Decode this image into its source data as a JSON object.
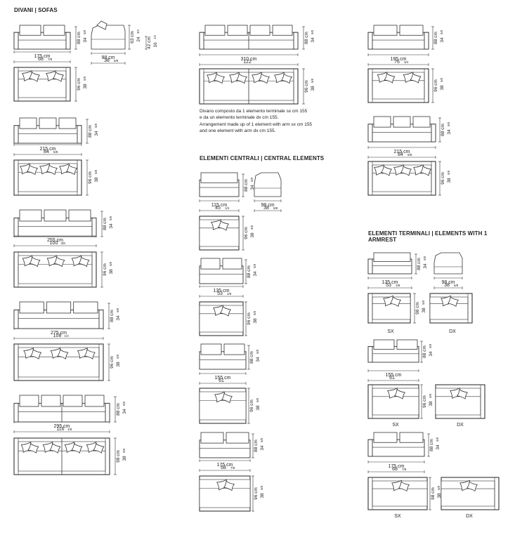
{
  "headers": {
    "sofas": "DIVANI | SOFAS",
    "central": "ELEMENTI CENTRALI | CENTRAL ELEMENTS",
    "terminal": "ELEMENTI TERMINALI | ELEMENTS WITH 1 ARMREST"
  },
  "note": {
    "it_line1": "Divano composto da 1 elemento terminale sx cm 155",
    "it_line2": "e da un elemento terminale dx cm 155.",
    "en_line1": "Arrangement made up of 1 element with arm sx cm 155",
    "en_line2": "and one element with arm dx cm 155."
  },
  "common": {
    "h88": "88 cm",
    "h34": "34",
    "h34f": "5/8",
    "d96": "96 cm",
    "d96in": "38",
    "d96f": "5/8",
    "d98": "98 cm",
    "d98in": "38",
    "d98f": "5/8",
    "sx": "SX",
    "dx": "DX"
  },
  "side_profile": {
    "h63": "63 cm",
    "h24": "24",
    "h24f": "3/4",
    "h42": "42 cm",
    "h16": "16",
    "h16f": "1/2"
  },
  "sofas_left": [
    {
      "width": "175 cm",
      "inches": "68",
      "frac": "7/8"
    },
    {
      "width": "215 cm",
      "inches": "84",
      "frac": "5/8"
    },
    {
      "width": "255 cm",
      "inches": "100",
      "frac": "3/8"
    },
    {
      "width": "275 cm",
      "inches": "108",
      "frac": "1/4"
    },
    {
      "width": "295 cm",
      "inches": "116",
      "frac": "1/8"
    }
  ],
  "sofa_mid": {
    "width": "310 cm",
    "inches": "122",
    "frac": ""
  },
  "sofas_right": [
    {
      "width": "195 cm",
      "inches": "76",
      "frac": "3/4"
    },
    {
      "width": "215 cm",
      "inches": "84",
      "frac": "5/8"
    }
  ],
  "central": [
    {
      "width": "115 cm",
      "inches": "45",
      "frac": "1/4"
    },
    {
      "width": "135 cm",
      "inches": "53",
      "frac": "1/8"
    },
    {
      "width": "155 cm",
      "inches": "61",
      "frac": ""
    },
    {
      "width": "175 cm",
      "inches": "68",
      "frac": "7/8"
    }
  ],
  "terminal": [
    {
      "width": "135 cm",
      "inches": "53",
      "frac": "1/8"
    },
    {
      "width": "155 cm",
      "inches": "61",
      "frac": ""
    },
    {
      "width": "175 cm",
      "inches": "68",
      "frac": "7/8"
    }
  ]
}
